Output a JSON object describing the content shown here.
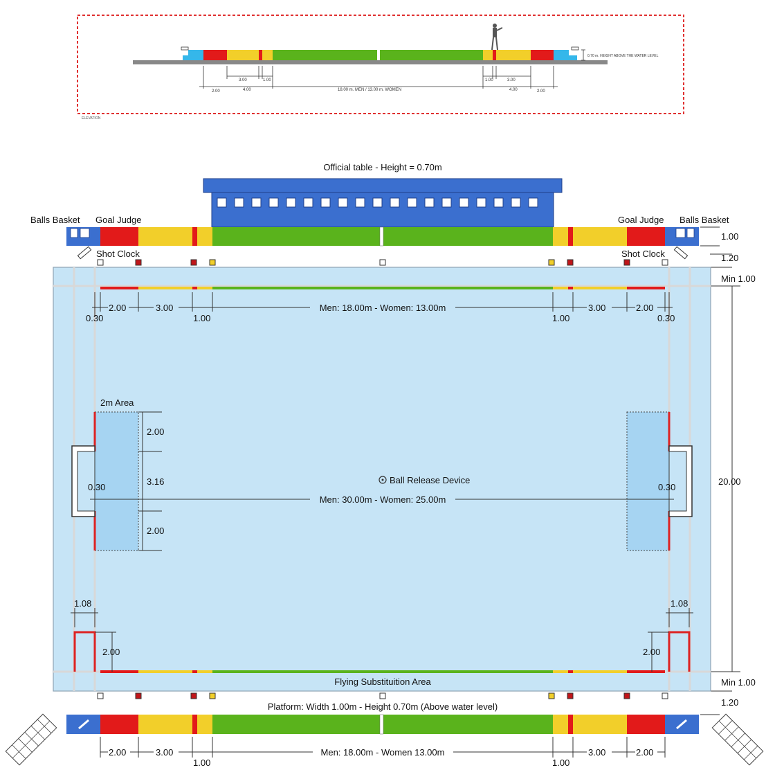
{
  "colors": {
    "pool": "#c6e4f6",
    "pool_border": "#8fa3b3",
    "lane_line": "#d8d8d8",
    "blue": "#3b6fcf",
    "red": "#e21a1a",
    "yellow": "#f2cf2a",
    "green": "#5ab31c",
    "cyan": "#35b7ea",
    "gray_deck": "#888888",
    "frame_red": "#e03030",
    "goal_area": "#a6d4f2"
  },
  "elevation": {
    "height_note": "0.70 m.  HEIGHT ABOVE THE WATER LEVEL",
    "dim_300_left": "3.00",
    "dim_100_left": "1.00",
    "dim_200_left": "2.00",
    "dim_400_left": "4.00",
    "dim_center": "18.00 m. MEN  /  13.00 m. WOMEN",
    "dim_100_right": "1.00",
    "dim_300_right": "3.00",
    "dim_400_right": "4.00",
    "dim_200_right": "2.00",
    "caption": "ELEVATION"
  },
  "plan": {
    "official_table_label": "Official table - Height = 0.70m",
    "balls_basket_left": "Balls Basket",
    "goal_judge_left": "Goal Judge",
    "goal_judge_right": "Goal Judge",
    "balls_basket_right": "Balls Basket",
    "shot_clock_left": "Shot Clock",
    "shot_clock_right": "Shot Clock",
    "dim_top_row": "1.00",
    "dim_gap_top": "1.20",
    "dim_min_top": "Min 1.00",
    "dim_width": "20.00",
    "dim_min_bottom": "Min 1.00",
    "dim_gap_bottom": "1.20",
    "top_dims": {
      "d030_left": "0.30",
      "d200_left": "2.00",
      "d300_left": "3.00",
      "d100_left": "1.00",
      "center": "Men: 18.00m - Women: 13.00m",
      "d100_right": "1.00",
      "d300_right": "3.00",
      "d200_right": "2.00",
      "d030_right": "0.30"
    },
    "two_m_area": "2m Area",
    "goal_dim_top": "2.00",
    "goal_dim_mid": "3.16",
    "goal_dim_bottom": "2.00",
    "goal_line_left": "0.30",
    "goal_line_right": "0.30",
    "ball_release": "Ball Release Device",
    "length_dim": "Men: 30.00m - Women: 25.00m",
    "reentry_width_left": "1.08",
    "reentry_width_right": "1.08",
    "reentry_depth_left": "2.00",
    "reentry_depth_right": "2.00",
    "flying_sub": "Flying Substituition Area",
    "platform_label": "Platform: Width 1.00m - Height 0.70m (Above water level)",
    "bottom_dims": {
      "d200_left": "2.00",
      "d300_left": "3.00",
      "d100_left": "1.00",
      "center": "Men: 18.00m - Women 13.00m",
      "d100_right": "1.00",
      "d300_right": "3.00",
      "d200_right": "2.00"
    }
  }
}
